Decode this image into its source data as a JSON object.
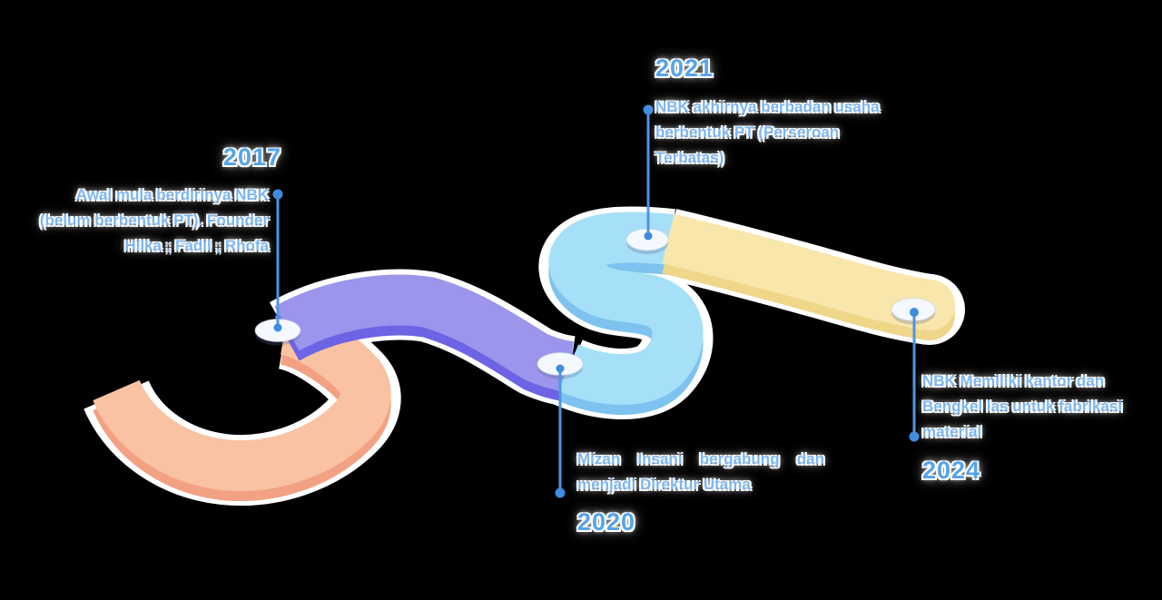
{
  "theme": {
    "page-bg": "#000000",
    "road-outline": "#FFFFFF",
    "orange-top": "#F9C2A2",
    "orange-side": "#F2A183",
    "purple-top": "#9B95EB",
    "purple-side": "#6C63E5",
    "blue-top": "#A6DFF8",
    "blue-side": "#7EC3EF",
    "yellow-top": "#F8E6AB",
    "yellow-side": "#EFD689",
    "marker-fill": "#F5F8FE",
    "pin-line": "#4D95E3",
    "pin-dot": "#3E8CDF",
    "year-color": "#55A4EC",
    "desc-color": "#7EB6F1"
  },
  "timeline": {
    "events": [
      {
        "year": "2017",
        "description": "Awal mula berdirinya NBK\n(belum berbentuk PT). Founder\nHilka ; Fadil ; Rhofa"
      },
      {
        "year": "2020",
        "description": "Mizan Insani bergabung dan menjadi Direktur Utama"
      },
      {
        "year": "2021",
        "description": "NBK akhirnya berbadan usaha\nberbentuk PT (Perseroan\nTerbatas)"
      },
      {
        "year": "2024",
        "description": "NBK Memiliki kantor dan\nBengkel las untuk fabrikasi\nmaterial"
      }
    ]
  }
}
